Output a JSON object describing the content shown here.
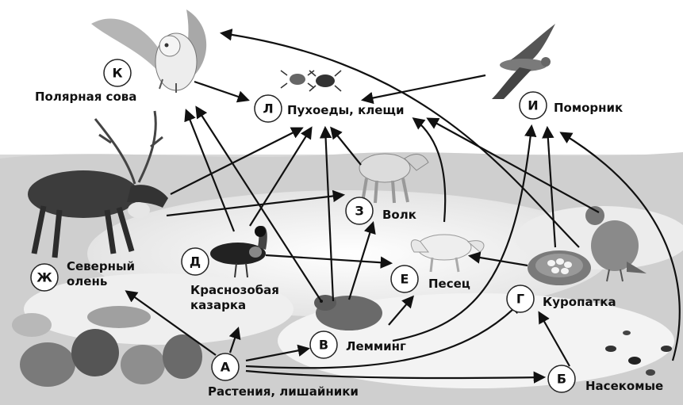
{
  "nodes": {
    "a": {
      "letter": "А",
      "label": "Растения, лишайники"
    },
    "b": {
      "letter": "Б",
      "label": "Насекомые"
    },
    "v": {
      "letter": "В",
      "label": "Лемминг"
    },
    "g": {
      "letter": "Г",
      "label": "Куропатка"
    },
    "d": {
      "letter": "Д",
      "label1": "Краснозобая",
      "label2": "казарка"
    },
    "e": {
      "letter": "Е",
      "label": "Песец"
    },
    "zh": {
      "letter": "Ж",
      "label1": "Северный",
      "label2": "олень"
    },
    "z": {
      "letter": "З",
      "label": "Волк"
    },
    "i": {
      "letter": "И",
      "label": "Поморник"
    },
    "k": {
      "letter": "К",
      "label": "Полярная сова"
    },
    "l": {
      "letter": "Л",
      "label": "Пухоеды, клещи"
    }
  },
  "icons": {
    "owl": "snowy-owl-icon",
    "skua": "skua-icon",
    "ticks": "lice-ticks-icon",
    "reindeer": "reindeer-icon",
    "wolf": "wolf-icon",
    "goose": "goose-icon",
    "fox": "arctic-fox-icon",
    "lemming": "lemming-icon",
    "ptarmigan": "ptarmigan-icon",
    "nest": "nest-eggs-icon",
    "plants": "plants-lichens-icon",
    "insects": "insects-icon"
  }
}
